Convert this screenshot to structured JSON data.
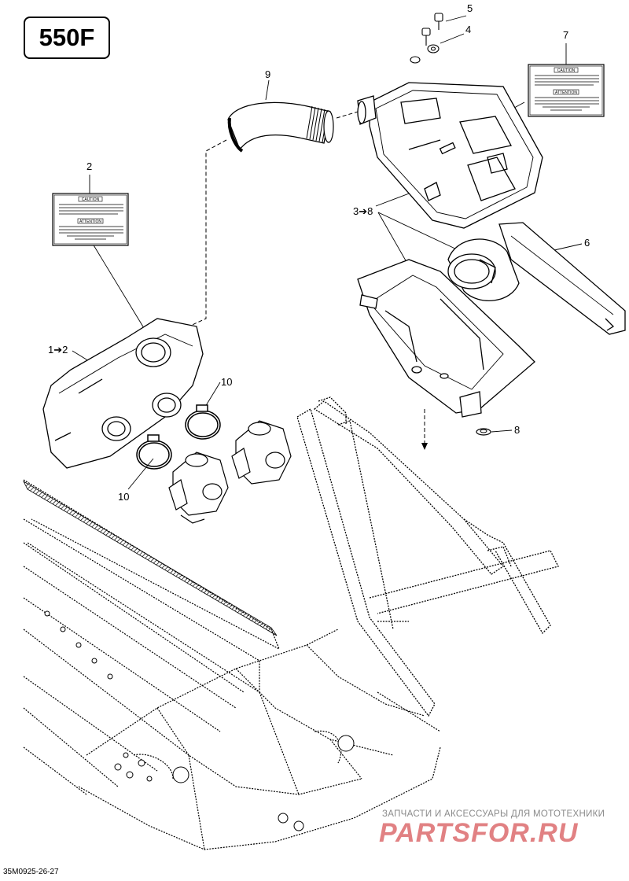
{
  "model": "550F",
  "diagram_code": "35M0925-26-27",
  "callouts": {
    "c1": "5",
    "c2": "4",
    "c3": "7",
    "c4": "9",
    "c5": "2",
    "c6": "3➔8",
    "c7": "6",
    "c8": "1➔2",
    "c9": "10",
    "c10": "8",
    "c11": "10"
  },
  "labels": {
    "caution": "CAUTION",
    "attention": "ATTENTION"
  },
  "watermark": {
    "subtitle": "ЗАПЧАСТИ И АКСЕССУАРЫ ДЛЯ МОТОТЕХНИКИ",
    "logo": "PARTSFOR.RU"
  },
  "colors": {
    "line": "#000000",
    "watermark_red": "#c8191e",
    "watermark_grey": "#8a8a8a"
  }
}
